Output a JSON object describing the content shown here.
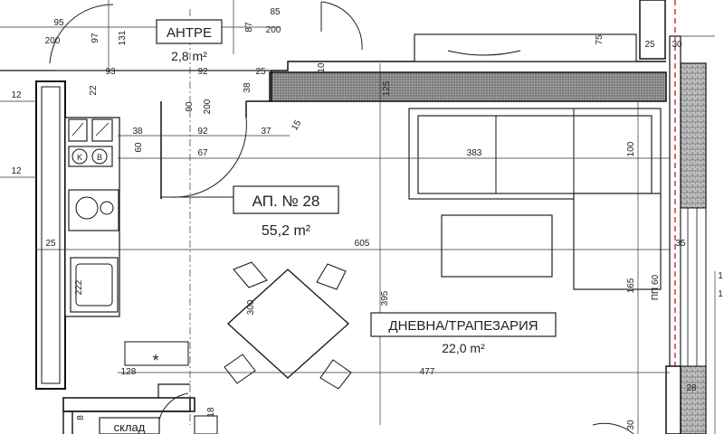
{
  "rooms": {
    "entry": {
      "name": "АНТРЕ",
      "area": "2,8 m²"
    },
    "apartment": {
      "name": "АП. № 28",
      "area": "55,2 m²"
    },
    "living": {
      "name": "ДНЕВНА/ТРАПЕЗАРИЯ",
      "area": "22,0 m²"
    },
    "storage": {
      "name": "склад"
    }
  },
  "dimensions": {
    "d95": "95",
    "d200a": "200",
    "d97": "97",
    "d131": "131",
    "d87": "87",
    "d85": "85",
    "d200b": "200",
    "d75": "75",
    "d25a": "25",
    "d30": "30",
    "d93": "93",
    "d92a": "92",
    "d25b": "25",
    "d10": "10",
    "d12a": "12",
    "d22": "22",
    "d38a": "38",
    "d125": "125",
    "d90": "90",
    "d200c": "200",
    "d38b": "38",
    "d92b": "92",
    "d37": "37",
    "d15": "15",
    "d60": "60",
    "d67": "67",
    "d383": "383",
    "d100": "100",
    "d12b": "12",
    "d25c": "25",
    "d605": "605",
    "d35": "35",
    "d222": "222",
    "d300": "300",
    "d395": "395",
    "d165": "165",
    "pp60": "ПП 60",
    "d128": "128",
    "d477": "477",
    "d28": "28",
    "d8": "8",
    "d18": "18",
    "d30b": "30",
    "d1a": "1",
    "d1b": "1"
  },
  "appliances": {
    "k": "K",
    "b": "B"
  },
  "marks": {
    "star": "*"
  }
}
